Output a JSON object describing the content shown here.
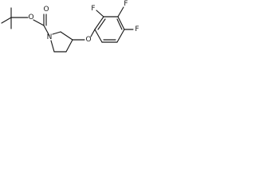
{
  "molecule": {
    "atom_labels": {
      "carbonyl_oxygen": "O",
      "ester_oxygen": "O",
      "ring_nitrogen": "N",
      "ether_oxygen": "O",
      "fluorine_ortho": "F",
      "fluorine_para": "F",
      "fluorine_meta": "F"
    }
  }
}
